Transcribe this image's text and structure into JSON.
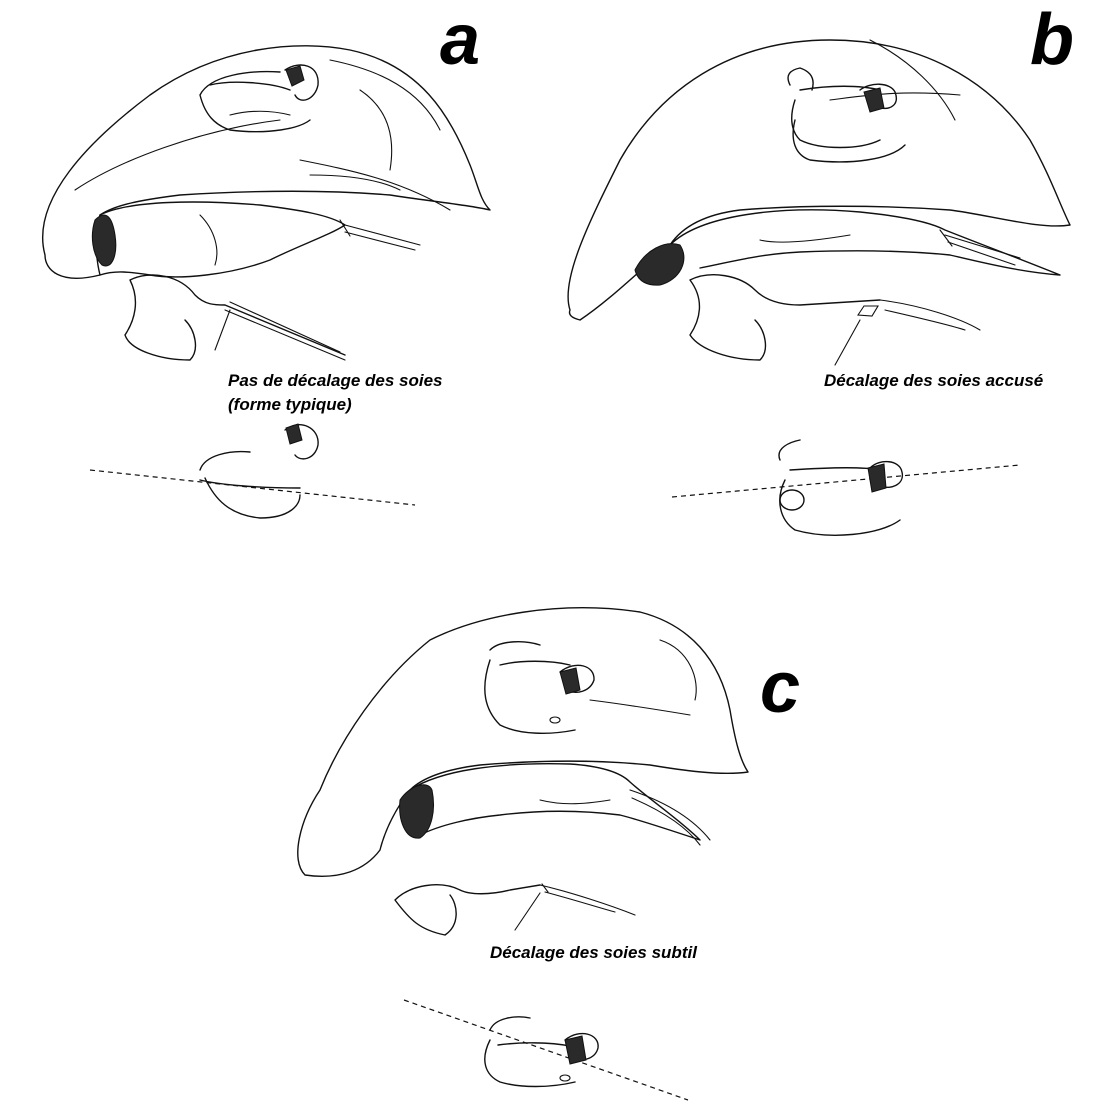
{
  "panels": [
    {
      "label": "a",
      "caption_lines": [
        "Pas de décalage des soies",
        "(forme typique)"
      ]
    },
    {
      "label": "b",
      "caption_lines": [
        "Décalage des soies accusé"
      ]
    },
    {
      "label": "c",
      "caption_lines": [
        "Décalage des soies subtil"
      ]
    }
  ]
}
